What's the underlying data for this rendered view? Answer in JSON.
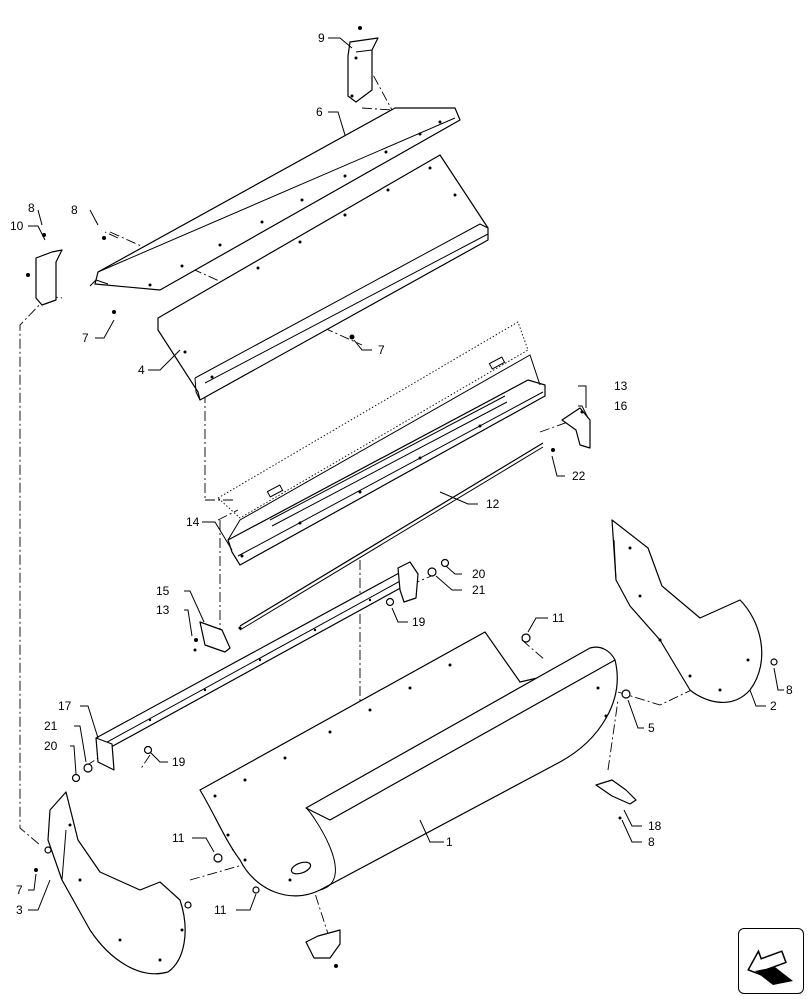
{
  "diagram": {
    "type": "exploded-parts-diagram",
    "callouts": [
      "1",
      "2",
      "3",
      "4",
      "5",
      "6",
      "7",
      "8",
      "9",
      "10",
      "11",
      "12",
      "13",
      "14",
      "15",
      "16",
      "17",
      "18",
      "19",
      "20",
      "21",
      "22"
    ]
  },
  "navigation": {
    "icon": "page-arrow-icon"
  }
}
